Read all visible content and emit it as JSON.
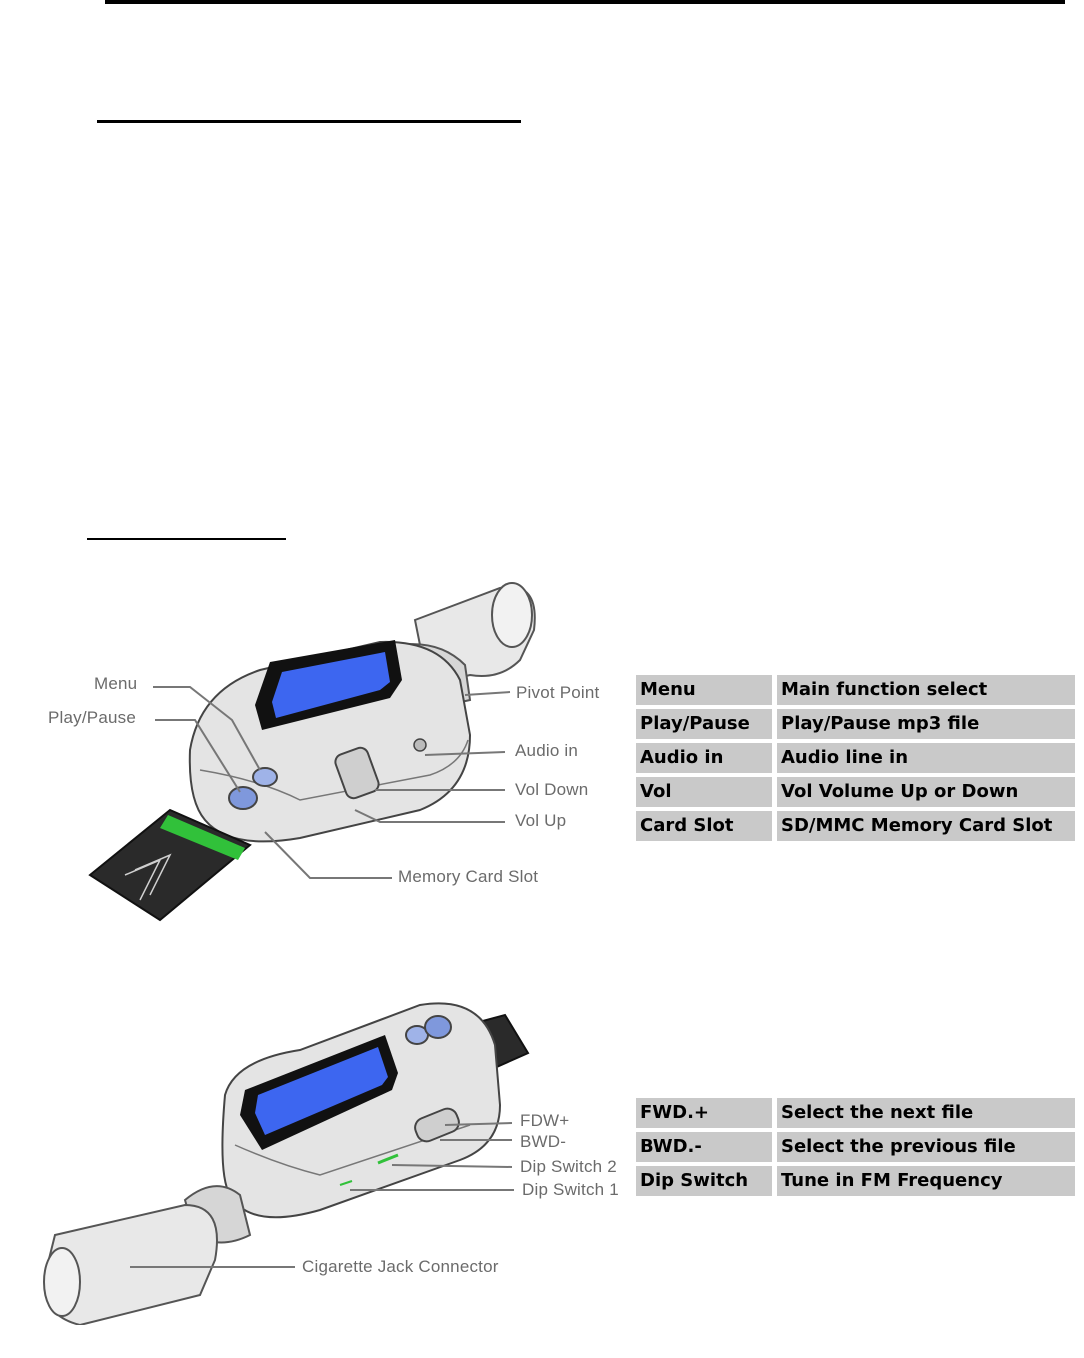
{
  "figure1": {
    "callouts": {
      "menu": "Menu",
      "play_pause": "Play/Pause",
      "pivot_point": "Pivot Point",
      "audio_in": "Audio in",
      "vol_down": "Vol Down",
      "vol_up": "Vol Up",
      "memory_card_slot": "Memory Card Slot"
    },
    "table": [
      {
        "key": "Menu",
        "value": "Main function select"
      },
      {
        "key": "Play/Pause",
        "value": "Play/Pause mp3 file"
      },
      {
        "key": "Audio in",
        "value": "Audio line in"
      },
      {
        "key": "Vol",
        "value": "Vol Volume Up or Down"
      },
      {
        "key": "Card Slot",
        "value": "SD/MMC Memory Card Slot"
      }
    ]
  },
  "figure2": {
    "callouts": {
      "fdw": "FDW+",
      "bwd": "BWD-",
      "dip2": "Dip Switch 2",
      "dip1": "Dip Switch 1",
      "cig": "Cigarette Jack Connector"
    },
    "table": [
      {
        "key": "FWD.+",
        "value": "Select the next file"
      },
      {
        "key": "BWD.-",
        "value": "Select the previous file"
      },
      {
        "key": "Dip Switch",
        "value": "Tune in FM Frequency"
      }
    ]
  },
  "colors": {
    "screen": "#3d66f0",
    "cell": "#c9c9c9",
    "callout_text": "#6b6b6b"
  }
}
